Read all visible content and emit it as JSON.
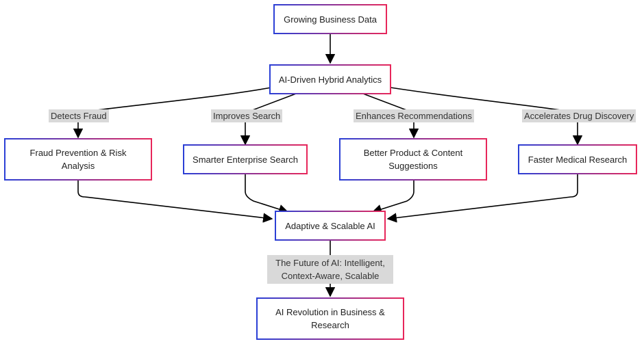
{
  "nodes": {
    "growing_data": "Growing Business Data",
    "hybrid_analytics": "AI-Driven Hybrid Analytics",
    "fraud": "Fraud Prevention & Risk Analysis",
    "search": "Smarter Enterprise Search",
    "recommend": "Better Product & Content Suggestions",
    "medical": "Faster Medical Research",
    "adaptive": "Adaptive & Scalable AI",
    "revolution": "AI Revolution in Business & Research"
  },
  "edge_labels": {
    "detects_fraud": "Detects Fraud",
    "improves_search": "Improves Search",
    "enhances_recommendations": "Enhances Recommendations",
    "accelerates_drug_discovery": "Accelerates Drug Discovery",
    "future_of_ai": "The Future of AI: Intelligent, Context-Aware, Scalable"
  },
  "colors": {
    "border_start": "#2a3fd6",
    "border_end": "#e8265a",
    "label_bg": "#d9d9d9",
    "edge": "#000000"
  }
}
